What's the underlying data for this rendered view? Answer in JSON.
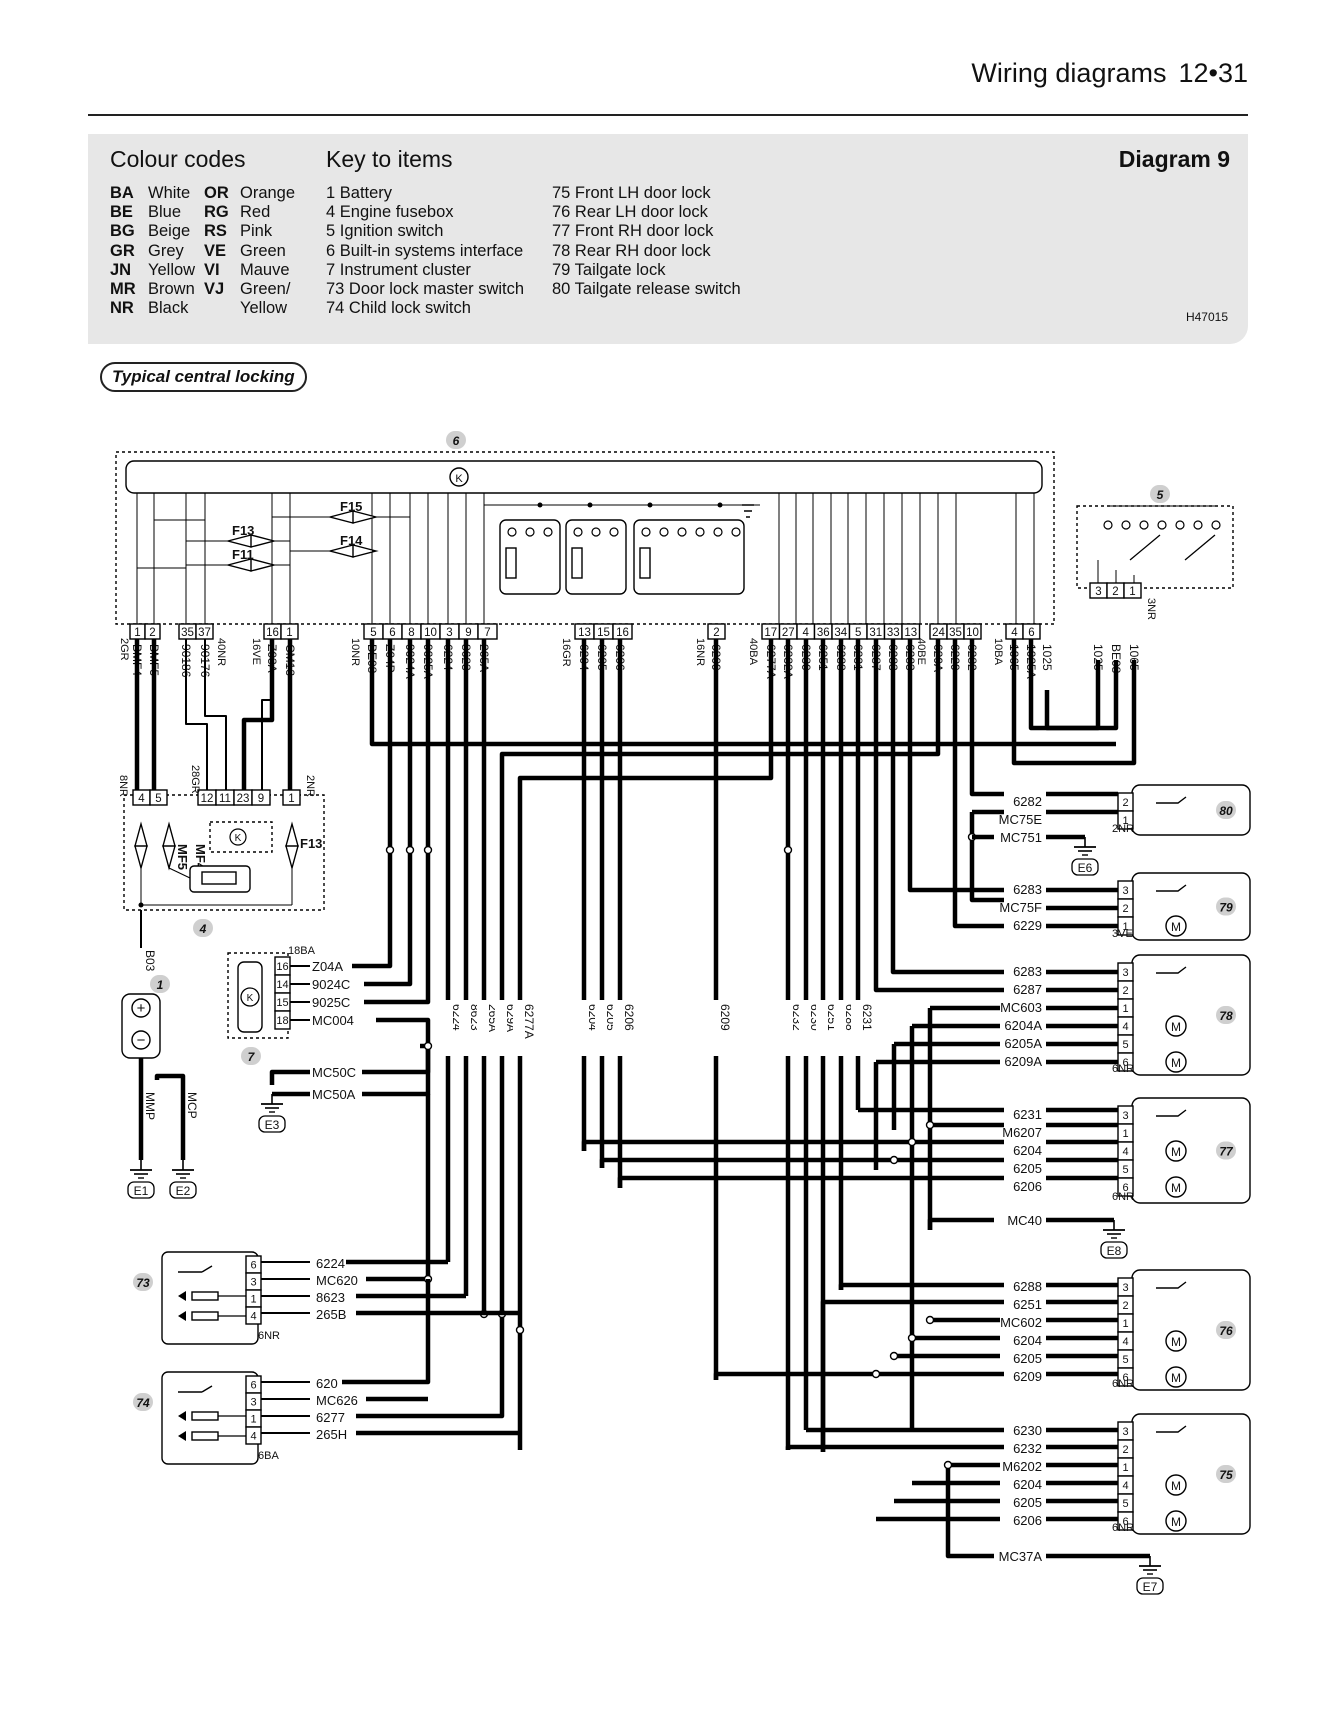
{
  "header": {
    "title": "Wiring diagrams",
    "page": "12•31"
  },
  "colour_codes": {
    "title": "Colour codes",
    "rows": [
      [
        "BA",
        "White",
        "OR",
        "Orange"
      ],
      [
        "BE",
        "Blue",
        "RG",
        "Red"
      ],
      [
        "BG",
        "Beige",
        "RS",
        "Pink"
      ],
      [
        "GR",
        "Grey",
        "VE",
        "Green"
      ],
      [
        "JN",
        "Yellow",
        "VI",
        "Mauve"
      ],
      [
        "MR",
        "Brown",
        "VJ",
        "Green/"
      ],
      [
        "NR",
        "Black",
        "",
        "Yellow"
      ]
    ]
  },
  "key_to_items": {
    "title": "Key to items",
    "col1": [
      "1   Battery",
      "4   Engine fusebox",
      "5   Ignition switch",
      "6   Built-in systems interface",
      "7   Instrument cluster",
      "73 Door lock master switch",
      "74 Child lock switch"
    ],
    "col2": [
      "75 Front LH door lock",
      "76 Rear LH door lock",
      "77 Front RH door lock",
      "78 Rear RH door lock",
      "79 Tailgate lock",
      "80 Tailgate release switch"
    ]
  },
  "diagram_label": "Diagram 9",
  "figure_ref": "H47015",
  "section_title": "Typical central locking",
  "components": {
    "item6": {
      "id": "6",
      "fuses": [
        "F15",
        "F14",
        "F13",
        "F11"
      ]
    },
    "item5": {
      "id": "5"
    },
    "item4": {
      "id": "4",
      "fuses": [
        "MF5",
        "MF4",
        "F13"
      ]
    },
    "item1": {
      "id": "1"
    },
    "item7": {
      "id": "7"
    },
    "item73": {
      "id": "73"
    },
    "item74": {
      "id": "74"
    },
    "item75": {
      "id": "75"
    },
    "item76": {
      "id": "76"
    },
    "item77": {
      "id": "77"
    },
    "item78": {
      "id": "78"
    },
    "item79": {
      "id": "79"
    },
    "item80": {
      "id": "80"
    }
  },
  "connectors": {
    "c6_left": {
      "label": "2GR",
      "pins": [
        "1",
        "2"
      ],
      "wires": [
        "BMF4",
        "BMF5"
      ]
    },
    "c6_40nr": {
      "label": "40NR",
      "pins": [
        "35",
        "37"
      ],
      "wires": [
        "90186",
        "90176"
      ]
    },
    "c6_16ve": {
      "label": "16VE",
      "pins": [
        "16",
        "1"
      ],
      "wires": [
        "Z03A",
        "CM13"
      ]
    },
    "c6_10nr": {
      "label": "10NR",
      "pins": [
        "5",
        "6",
        "8",
        "10",
        "3",
        "9",
        "7"
      ],
      "wires": [
        "BE08",
        "Z04P",
        "9024A",
        "9025A",
        "6224",
        "8623",
        "265A"
      ]
    },
    "c6_16gr": {
      "label": "16GR",
      "pins": [
        "13",
        "15",
        "16"
      ],
      "wires": [
        "6204",
        "6205",
        "6206"
      ]
    },
    "c6_16nr": {
      "label": "16NR",
      "pins": [
        "2"
      ],
      "wires": [
        "6209"
      ]
    },
    "c6_40ba": {
      "label": "40BA",
      "pins": [
        "17",
        "27",
        "4",
        "36",
        "34",
        "5",
        "31",
        "33",
        "13"
      ],
      "wires": [
        "6277A",
        "6232A",
        "6230",
        "6251",
        "6288",
        "6231",
        "6287",
        "6283",
        "6283"
      ]
    },
    "c6_40be": {
      "label": "40BE",
      "pins": [
        "24",
        "35",
        "10"
      ],
      "wires": [
        "629A",
        "6229",
        "6282"
      ]
    },
    "c6_10ba": {
      "label": "10BA",
      "pins": [
        "4",
        "6"
      ],
      "wires": [
        "1065",
        "1025A"
      ]
    },
    "c5": {
      "label": "3NR",
      "pins": [
        "3",
        "2",
        "1"
      ],
      "wires": [
        "1025",
        "BE08",
        "1065"
      ]
    },
    "c4a": {
      "label": "8NR",
      "pins": [
        "4",
        "5"
      ]
    },
    "c4b": {
      "label": "28GR",
      "pins": [
        "12",
        "11",
        "23",
        "9"
      ]
    },
    "c4c": {
      "label": "2NR",
      "pins": [
        "1"
      ]
    }
  },
  "battery_wires": [
    "B03",
    "MMP",
    "MCP"
  ],
  "earths": [
    "E1",
    "E2",
    "E3",
    "E6",
    "E7",
    "E8"
  ],
  "cluster": {
    "label": "18BA",
    "pins": [
      "16",
      "14",
      "15",
      "18"
    ],
    "wires": [
      "Z04A",
      "9024C",
      "9025C",
      "MC004"
    ]
  },
  "earth_e3": [
    "MC50C",
    "MC50A"
  ],
  "vertical_bundle": [
    "6224",
    "8623",
    "265A",
    "629A",
    "6277A",
    "6204",
    "6205",
    "6206",
    "6209",
    "6232",
    "6230",
    "6251",
    "6288",
    "6231"
  ],
  "sw73": {
    "label": "6NR",
    "pins": [
      "6",
      "3",
      "1",
      "4"
    ],
    "wires": [
      "6224",
      "MC620",
      "8623",
      "265B"
    ]
  },
  "sw74": {
    "label": "6BA",
    "pins": [
      "6",
      "3",
      "1",
      "4"
    ],
    "wires": [
      "620",
      "MC626",
      "6277",
      "265H"
    ]
  },
  "sw80": {
    "label": "2NR",
    "pins": [
      "2",
      "1"
    ],
    "wires": [
      "6282",
      "MC75E"
    ],
    "ground": "MC751"
  },
  "lock79": {
    "label": "3VE",
    "pins": [
      "3",
      "2",
      "1"
    ],
    "wires": [
      "6283",
      "MC75F",
      "6229"
    ]
  },
  "lock78": {
    "label": "6NR",
    "pins": [
      "3",
      "2",
      "1",
      "4",
      "5",
      "6"
    ],
    "wires": [
      "6283",
      "6287",
      "MC603",
      "6204A",
      "6205A",
      "6209A"
    ]
  },
  "lock77": {
    "label": "6NR",
    "pins": [
      "3",
      "1",
      "4",
      "5",
      "6"
    ],
    "wires": [
      "6231",
      "M6207",
      "6204",
      "6205",
      "6206"
    ],
    "ground": "MC40"
  },
  "lock76": {
    "label": "6NR",
    "pins": [
      "3",
      "2",
      "1",
      "4",
      "5",
      "6"
    ],
    "wires": [
      "6288",
      "6251",
      "MC602",
      "6204",
      "6205",
      "6209"
    ]
  },
  "lock75": {
    "label": "6NR",
    "pins": [
      "3",
      "2",
      "1",
      "4",
      "5",
      "6"
    ],
    "wires": [
      "6230",
      "6232",
      "M6202",
      "6204",
      "6205",
      "6206"
    ],
    "ground": "MC37A"
  },
  "misc": {
    "ign_label": "K"
  }
}
